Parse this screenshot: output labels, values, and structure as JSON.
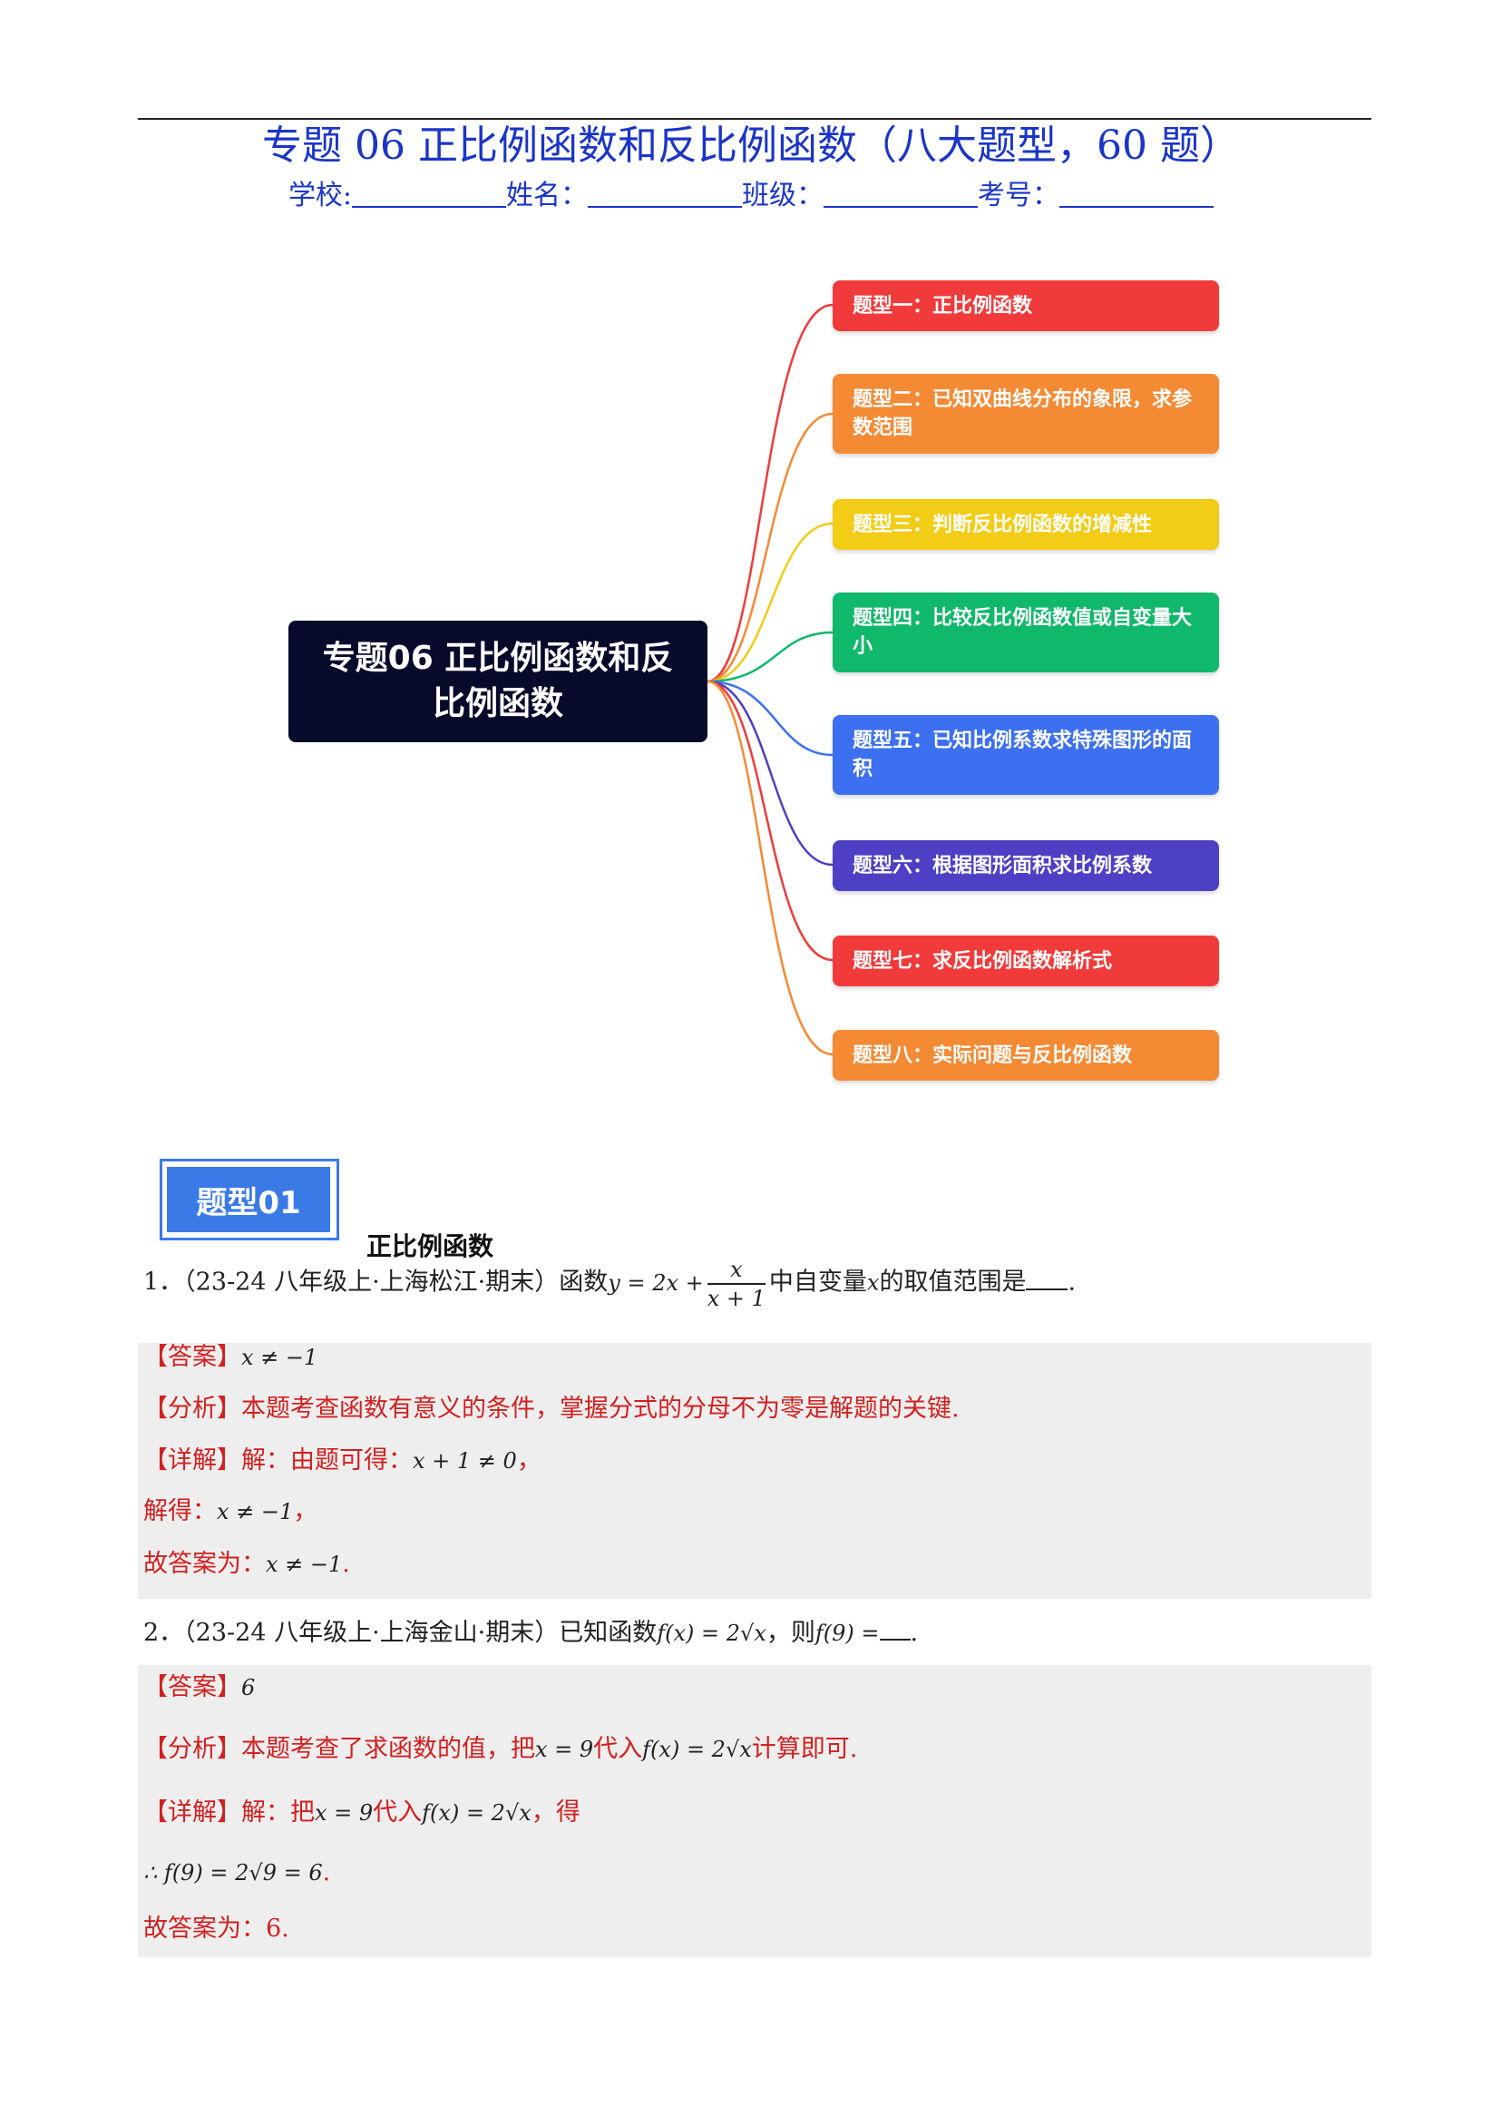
{
  "title": "专题 06  正比例函数和反比例函数（八大题型，60 题）",
  "info": {
    "school": "学校:",
    "name": "姓名：",
    "class": "班级：",
    "number": "考号："
  },
  "mindmap": {
    "center": "专题06 正比例函数和反比例函数",
    "branches": [
      {
        "label": "题型一：正比例函数",
        "color": "#f13b3b"
      },
      {
        "label": "题型二：已知双曲线分布的象限，求参数范围",
        "color": "#f58a34"
      },
      {
        "label": "题型三：判断反比例函数的增减性",
        "color": "#f2cc16"
      },
      {
        "label": "题型四：比较反比例函数值或自变量大小",
        "color": "#10b86b"
      },
      {
        "label": "题型五：已知比例系数求特殊图形的面积",
        "color": "#3d70f0"
      },
      {
        "label": "题型六：根据图形面积求比例系数",
        "color": "#4e40c4"
      },
      {
        "label": "题型七：求反比例函数解析式",
        "color": "#f13b3b"
      },
      {
        "label": "题型八：实际问题与反比例函数",
        "color": "#f58a34"
      }
    ]
  },
  "section": {
    "badge": "题型01",
    "heading": "正比例函数"
  },
  "q1": {
    "prefix": "1．（23-24 八年级上·上海松江·期末）函数",
    "formula_left": "y = 2x +",
    "frac_num": "x",
    "frac_den": "x + 1",
    "mid": "中自变量",
    "var": "x",
    "suffix": "的取值范围是",
    "end": ".",
    "answer_label": "【答案】",
    "answer": "x ≠ −1",
    "analysis_label": "【分析】",
    "analysis": "本题考查函数有意义的条件，掌握分式的分母不为零是解题的关键.",
    "detail_label": "【详解】",
    "detail_text": "解：由题可得：",
    "detail_math": "x + 1 ≠ 0",
    "detail_end": "，",
    "line2_text": "解得：",
    "line2_math": "x ≠ −1",
    "line2_end": "，",
    "line3_text": "故答案为：",
    "line3_math": "x ≠ −1",
    "line3_end": "."
  },
  "q2": {
    "prefix": "2．（23-24 八年级上·上海金山·期末）已知函数",
    "formula": "f(x) = 2√x",
    "mid": "，则",
    "formula2": "f(9) =",
    "end": ".",
    "answer_label": "【答案】",
    "answer": "6",
    "analysis_label": "【分析】",
    "analysis_a": "本题考查了求函数的值，把",
    "analysis_m1": "x = 9",
    "analysis_b": "代入",
    "analysis_m2": "f(x) = 2√x",
    "analysis_c": "计算即可.",
    "detail_label": "【详解】",
    "detail_a": "解：把",
    "detail_m1": "x = 9",
    "detail_b": "代入",
    "detail_m2": "f(x) = 2√x",
    "detail_c": "，得",
    "line2_math": "∴ f(9) = 2√9 = 6",
    "line2_end": ".",
    "line3": "故答案为：6."
  }
}
